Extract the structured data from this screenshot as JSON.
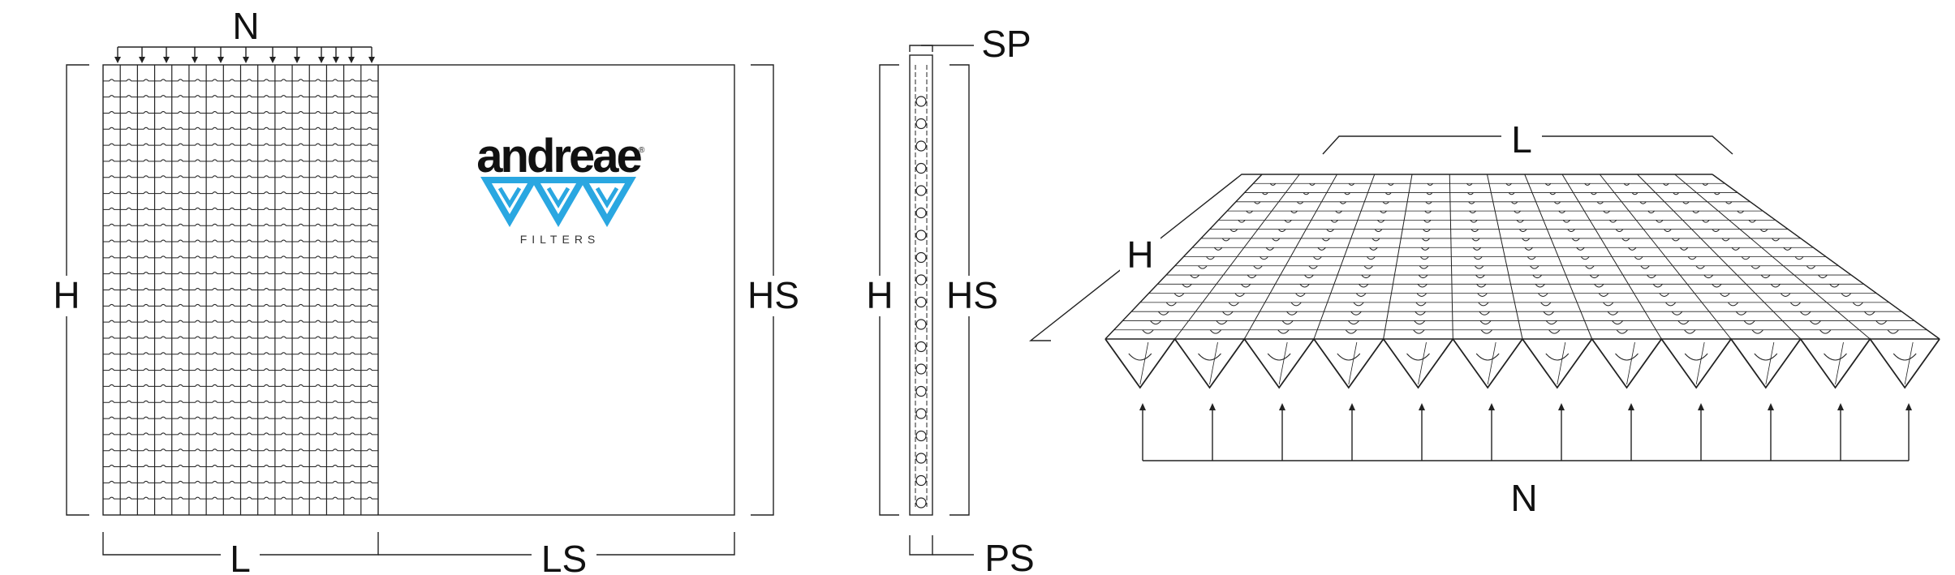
{
  "front_view": {
    "label_n": "N",
    "label_h": "H",
    "label_hs": "HS",
    "label_l": "L",
    "label_ls": "LS",
    "brand": {
      "name": "andreae",
      "registered_mark": "®",
      "sub": "FILTERS",
      "color": "#2aa7e1"
    },
    "pleat_count": 16,
    "row_count": 28
  },
  "side_view": {
    "label_sp": "SP",
    "label_h": "H",
    "label_hs": "HS",
    "label_ps": "PS",
    "hole_count": 19
  },
  "perspective_view": {
    "label_l": "L",
    "label_h": "H",
    "label_n": "N",
    "pleat_count": 12
  }
}
